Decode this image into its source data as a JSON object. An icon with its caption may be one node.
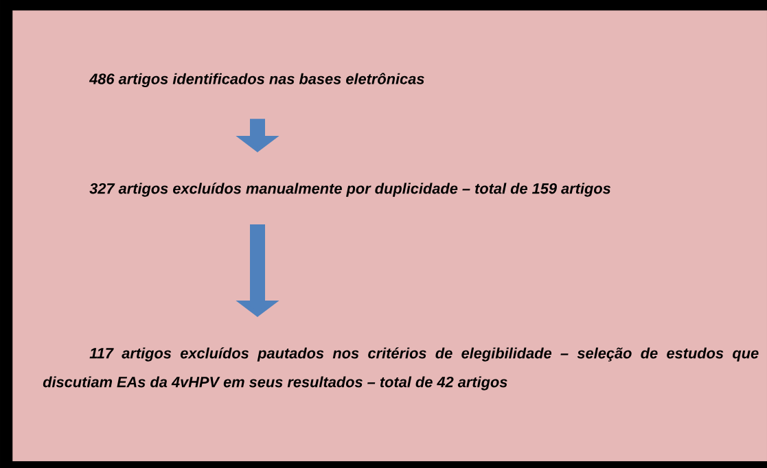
{
  "diagram": {
    "nodes": [
      {
        "text": [],
        "shape": "box"
      },
      {
        "text": [
          "486 artigos identificados nas bases eletrônicas"
        ],
        "in": 0
      },
      {
        "text": [
          "327 artigos excluídos manualmente por duplicidade –  total de 159 artigos"
        ],
        "in": 0
      },
      {
        "text": [
          "117 artigos excluídos pautados nos critérios de elegibilidade – seleção de estudos que discutiam EAs da 4vHPV em seus resultados  –  total de 42 artigos"
        ],
        "in": 0
      }
    ],
    "edges": [
      {
        "from": 1,
        "to": 2,
        "arrow": "to"
      },
      {
        "from": 2,
        "to": 3,
        "arrow": "to"
      }
    ]
  }
}
